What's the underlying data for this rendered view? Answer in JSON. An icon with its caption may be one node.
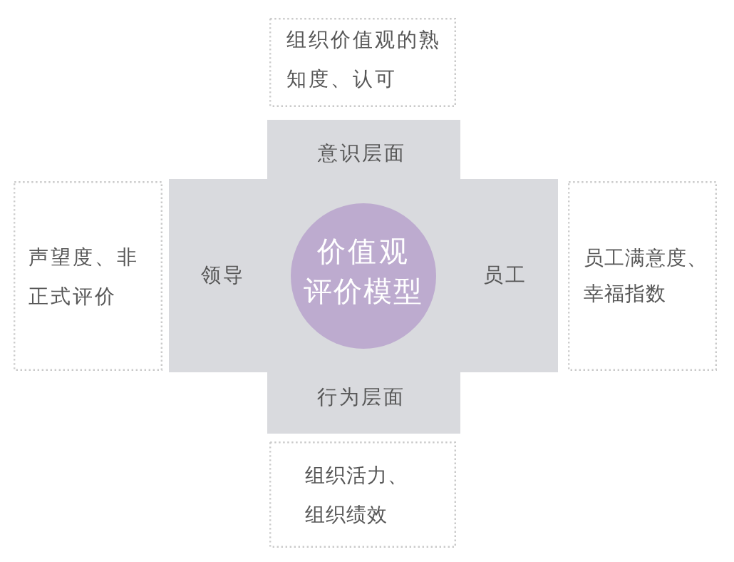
{
  "diagram": {
    "nodes": [
      {
        "text": [
          "组织价值观的熟知度、认可"
        ]
      },
      {
        "text": [
          "意识层面",
          "领导",
          "员工",
          "行为层面"
        ]
      },
      {
        "text": [
          "价值观评价模型"
        ],
        "in": 1
      },
      {
        "text": [
          "声望度、非正式评价"
        ]
      },
      {
        "text": [
          "员工满意度、幸福指数"
        ]
      },
      {
        "text": [
          "组织活力、组织绩效"
        ]
      }
    ]
  }
}
